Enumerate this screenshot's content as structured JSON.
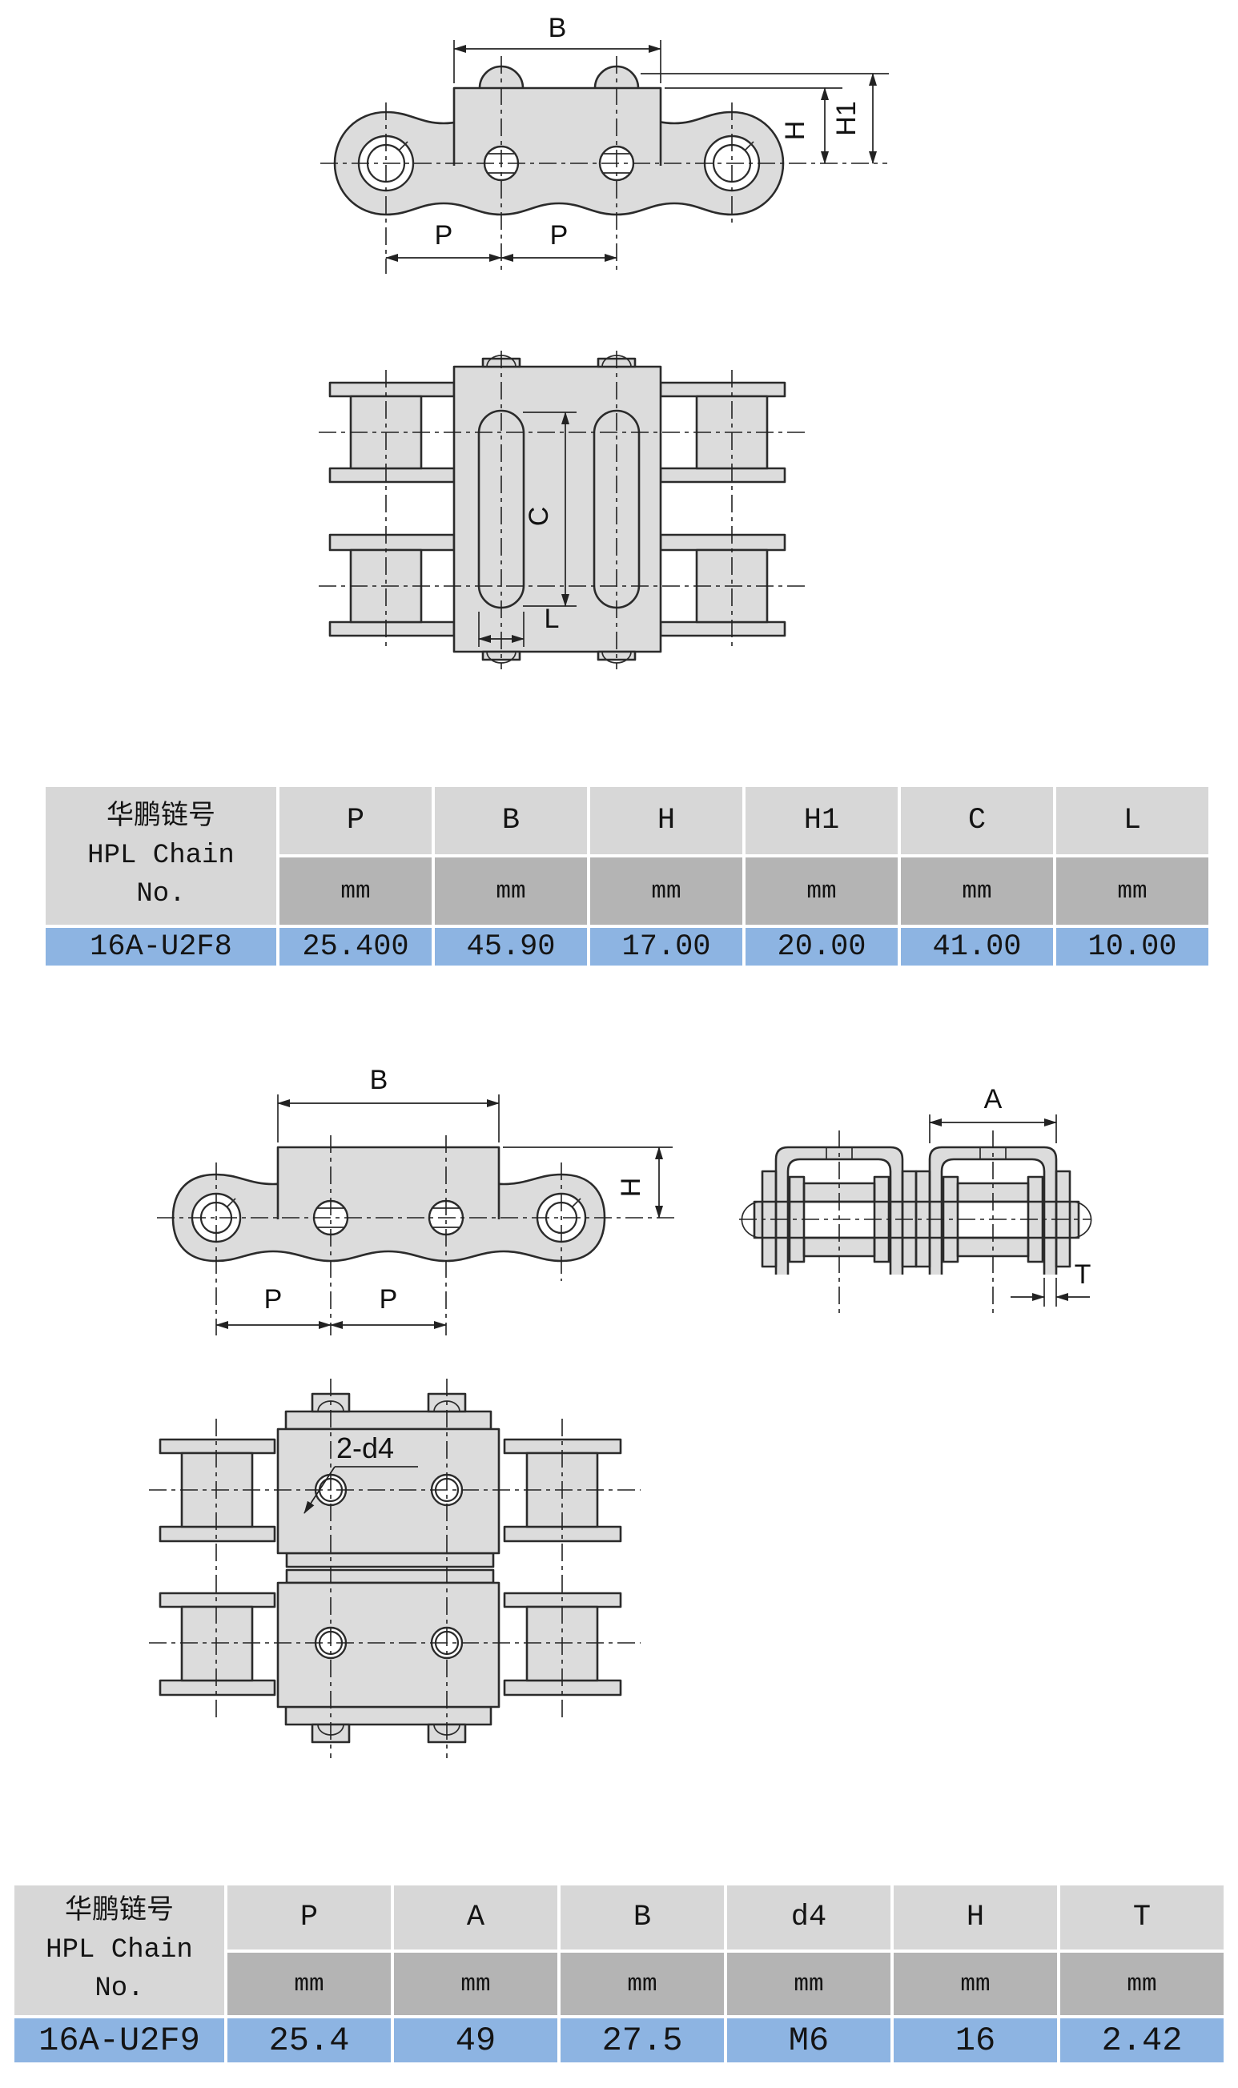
{
  "page": {
    "background": "#ffffff"
  },
  "colors": {
    "part_fill": "#dcdcdc",
    "outline": "#2b2b2b",
    "centerline": "#222222",
    "table_header_bg": "#d7d7d7",
    "table_unit_bg": "#b4b4b4",
    "table_data_bg": "#8db4e2"
  },
  "diagrams": {
    "attachment_side_view": {
      "dim_B": "B",
      "dim_H": "H",
      "dim_H1": "H1",
      "dim_P_left": "P",
      "dim_P_right": "P"
    },
    "attachment_plan_view": {
      "dim_C": "C",
      "dim_L": "L"
    },
    "plate_side_view": {
      "dim_B": "B",
      "dim_H": "H",
      "dim_P_left": "P",
      "dim_P_right": "P"
    },
    "chain_end_view": {
      "dim_A": "A",
      "dim_T": "T"
    },
    "plate_plan_view": {
      "hole_note": "2-d4"
    }
  },
  "table1": {
    "name_lines": [
      "华鹏链号",
      "HPL Chain",
      "No."
    ],
    "columns": [
      "P",
      "B",
      "H",
      "H1",
      "C",
      "L"
    ],
    "units": [
      "mm",
      "mm",
      "mm",
      "mm",
      "mm",
      "mm"
    ],
    "rows": [
      {
        "name": "16A-U2F8",
        "values": [
          "25.400",
          "45.90",
          "17.00",
          "20.00",
          "41.00",
          "10.00"
        ]
      }
    ]
  },
  "table2": {
    "name_lines": [
      "华鹏链号",
      "HPL Chain",
      "No."
    ],
    "columns": [
      "P",
      "A",
      "B",
      "d4",
      "H",
      "T"
    ],
    "units": [
      "mm",
      "mm",
      "mm",
      "mm",
      "mm",
      "mm"
    ],
    "rows": [
      {
        "name": "16A-U2F9",
        "values": [
          "25.4",
          "49",
          "27.5",
          "M6",
          "16",
          "2.42"
        ]
      }
    ]
  }
}
